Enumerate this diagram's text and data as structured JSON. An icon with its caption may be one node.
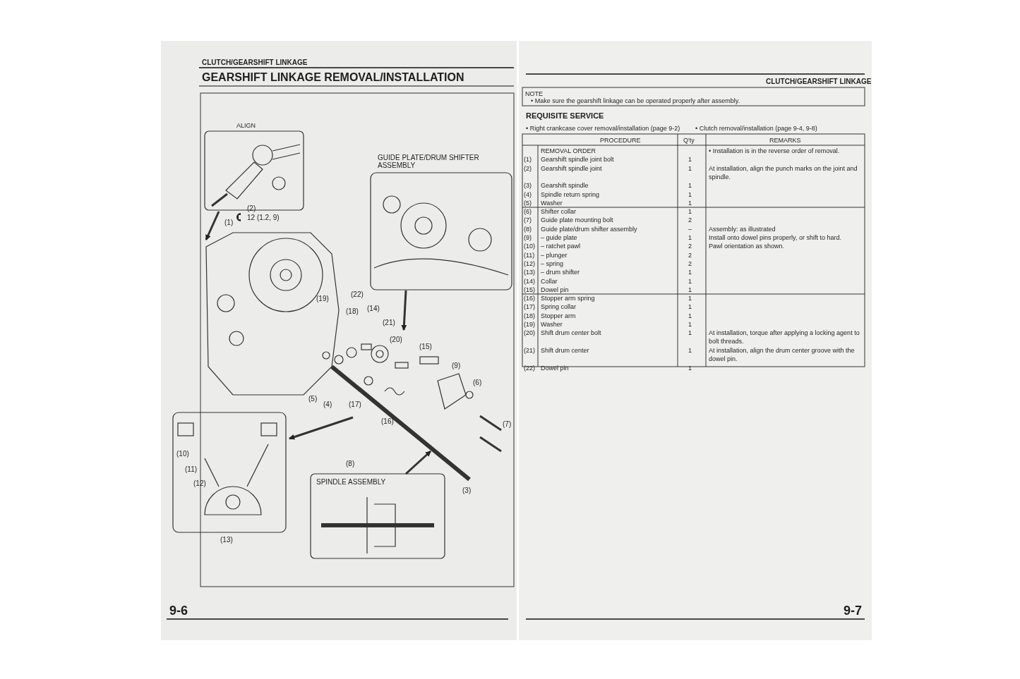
{
  "diagram": {
    "title": "GEARSHIFT LINKAGE REMOVAL/INSTALLATION",
    "labels": [
      "CLUTCH/GEARSHIFT LINKAGE",
      "ALIGN",
      "(2)",
      "(1)",
      "12 (1.2, 9)",
      "GUIDE PLATE/DRUM SHIFTER ASSEMBLY",
      "(22)",
      "(19)",
      "(18)",
      "(14)",
      "(21)",
      "(20)",
      "(15)",
      "(9)",
      "(6)",
      "(5)",
      "(4)",
      "(17)",
      "(16)",
      "(7)",
      "(10)",
      "(11)",
      "(12)",
      "(8)",
      "(3)",
      "SPINDLE ASSEMBLY",
      "(13)",
      "9-6",
      "CLUTCH/GEARSHIFT LINKAGE",
      "NOTE",
      "• Make sure the gearshift linkage can be operated properly after assembly.",
      "REQUISITE SERVICE",
      "• Right crankcase cover removal/installation (page 9-2)",
      "• Clutch removal/installation (page 9-4, 9-8)",
      "PROCEDURE",
      "Q'ty",
      "REMARKS",
      "REMOVAL ORDER",
      "• Installation is in the reverse order of removal.",
      "(1)",
      "Gearshift spindle joint bolt",
      "1",
      "(2)",
      "Gearshift spindle joint",
      "1",
      "At installation, align the punch marks on the joint and spindle.",
      "(3)",
      "Gearshift spindle",
      "1",
      "(4)",
      "Spindle return spring",
      "1",
      "(5)",
      "Washer",
      "1",
      "(6)",
      "Shifter collar",
      "1",
      "(7)",
      "Guide plate mounting bolt",
      "2",
      "(8)",
      "Guide plate/drum shifter assembly",
      "–",
      "Assembly: as illustrated",
      "(9)",
      "– guide plate",
      "1",
      "Install onto dowel pins properly, or shift to hard.",
      "(10)",
      "– ratchet pawl",
      "2",
      "Pawl orientation as shown.",
      "(11)",
      "– plunger",
      "2",
      "(12)",
      "– spring",
      "2",
      "(13)",
      "– drum shifter",
      "1",
      "(14)",
      "Collar",
      "1",
      "(15)",
      "Dowel pin",
      "1",
      "(16)",
      "Stopper arm spring",
      "1",
      "(17)",
      "Spring collar",
      "1",
      "(18)",
      "Stopper arm",
      "1",
      "(19)",
      "Washer",
      "1",
      "(20)",
      "Shift drum center bolt",
      "1",
      "At installation, torque after applying a locking agent to bolt threads.",
      "(21)",
      "Shift drum center",
      "1",
      "At installation, align the drum center groove with the dowel pin.",
      "(22)",
      "Dowel pin",
      "1",
      "9-7"
    ]
  }
}
